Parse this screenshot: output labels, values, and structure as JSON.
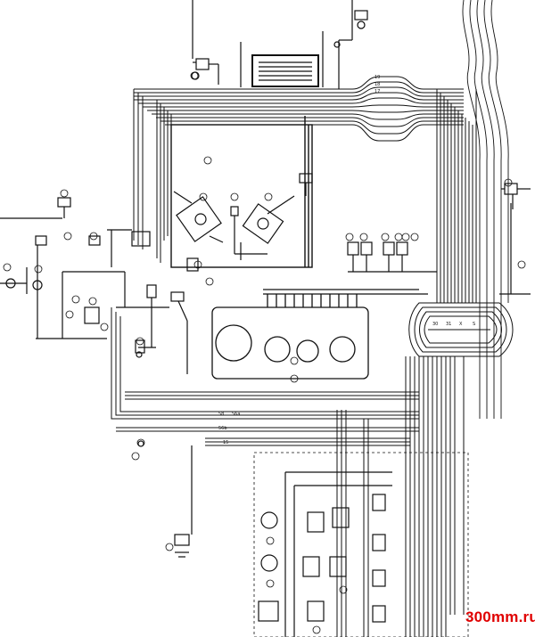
{
  "diagram": {
    "type": "wiring-diagram",
    "line_color": "#111111",
    "background": "#ffffff",
    "wire_labels": [
      "19",
      "18",
      "17",
      "58",
      "56a",
      "56b",
      "15",
      "30",
      "31",
      "X",
      "S"
    ],
    "watermark": {
      "text": "300mm.ru",
      "color": "#e00000"
    }
  }
}
